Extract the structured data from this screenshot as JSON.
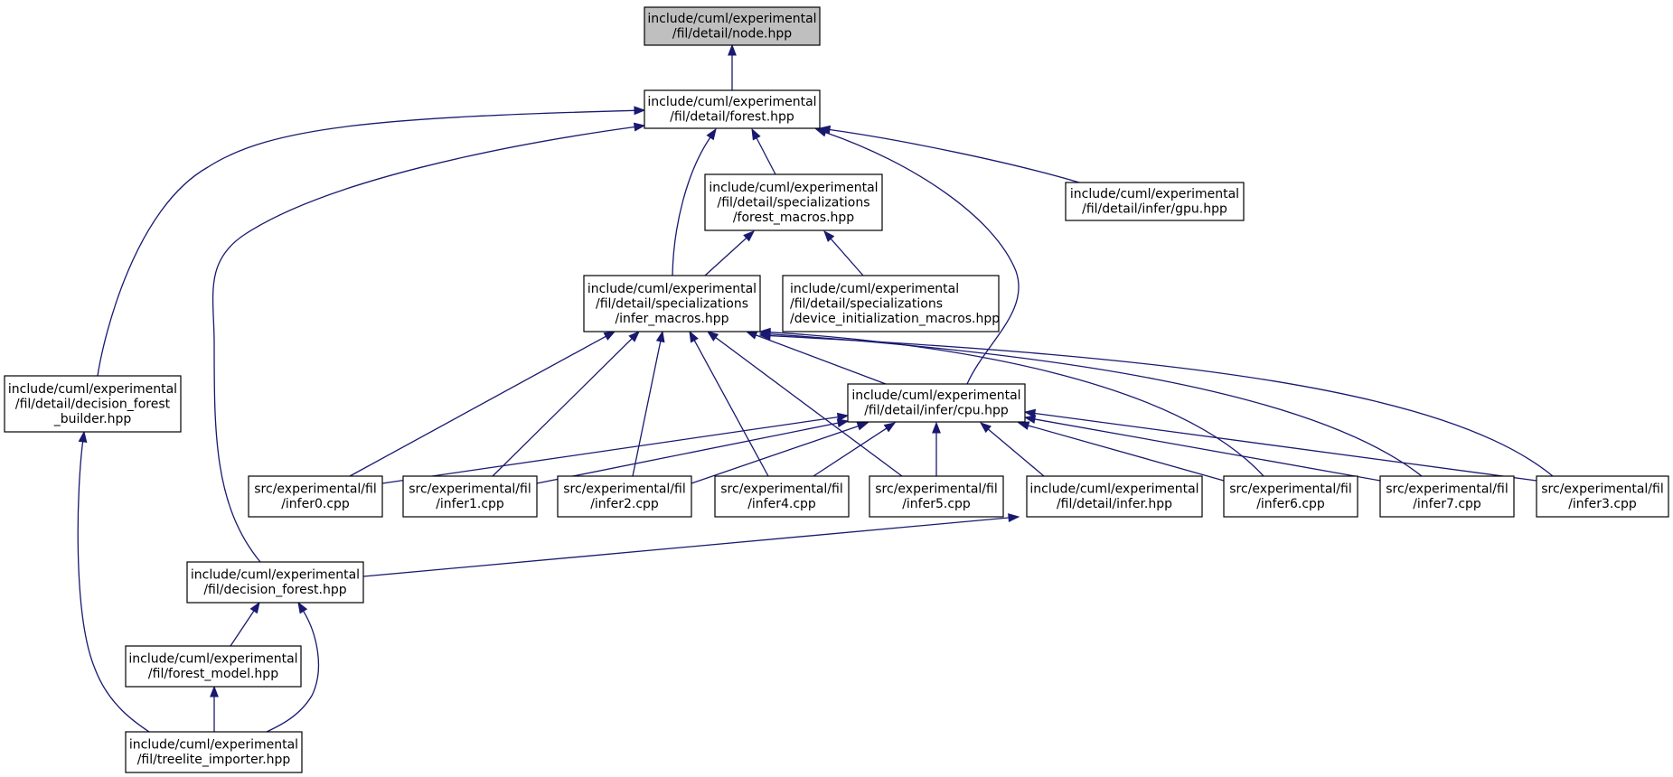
{
  "nodes": [
    {
      "id": "node",
      "lines": [
        "include/cuml/experimental",
        "/fil/detail/node.hpp"
      ],
      "root": true
    },
    {
      "id": "forest",
      "lines": [
        "include/cuml/experimental",
        "/fil/detail/forest.hpp"
      ]
    },
    {
      "id": "forest_macros",
      "lines": [
        "include/cuml/experimental",
        "/fil/detail/specializations",
        "/forest_macros.hpp"
      ]
    },
    {
      "id": "gpu",
      "lines": [
        "include/cuml/experimental",
        "/fil/detail/infer/gpu.hpp"
      ]
    },
    {
      "id": "infer_macros",
      "lines": [
        "include/cuml/experimental",
        "/fil/detail/specializations",
        "/infer_macros.hpp"
      ]
    },
    {
      "id": "device_init",
      "lines": [
        "include/cuml/experimental",
        "/fil/detail/specializations",
        "/device_initialization_macros.hpp"
      ]
    },
    {
      "id": "dfb",
      "lines": [
        "include/cuml/experimental",
        "/fil/detail/decision_forest",
        "_builder.hpp"
      ]
    },
    {
      "id": "cpu",
      "lines": [
        "include/cuml/experimental",
        "/fil/detail/infer/cpu.hpp"
      ]
    },
    {
      "id": "infer0",
      "lines": [
        "src/experimental/fil",
        "/infer0.cpp"
      ]
    },
    {
      "id": "infer1",
      "lines": [
        "src/experimental/fil",
        "/infer1.cpp"
      ]
    },
    {
      "id": "infer2",
      "lines": [
        "src/experimental/fil",
        "/infer2.cpp"
      ]
    },
    {
      "id": "infer4",
      "lines": [
        "src/experimental/fil",
        "/infer4.cpp"
      ]
    },
    {
      "id": "infer5",
      "lines": [
        "src/experimental/fil",
        "/infer5.cpp"
      ]
    },
    {
      "id": "infer_hpp",
      "lines": [
        "include/cuml/experimental",
        "/fil/detail/infer.hpp"
      ]
    },
    {
      "id": "infer6",
      "lines": [
        "src/experimental/fil",
        "/infer6.cpp"
      ]
    },
    {
      "id": "infer7",
      "lines": [
        "src/experimental/fil",
        "/infer7.cpp"
      ]
    },
    {
      "id": "infer3",
      "lines": [
        "src/experimental/fil",
        "/infer3.cpp"
      ]
    },
    {
      "id": "decision_forest",
      "lines": [
        "include/cuml/experimental",
        "/fil/decision_forest.hpp"
      ]
    },
    {
      "id": "forest_model",
      "lines": [
        "include/cuml/experimental",
        "/fil/forest_model.hpp"
      ]
    },
    {
      "id": "treelite",
      "lines": [
        "include/cuml/experimental",
        "/fil/treelite_importer.hpp"
      ]
    }
  ],
  "edges": [
    {
      "from": "node",
      "to": "forest"
    },
    {
      "from": "forest",
      "to": "dfb"
    },
    {
      "from": "forest",
      "to": "decision_forest"
    },
    {
      "from": "forest",
      "to": "infer_macros"
    },
    {
      "from": "forest",
      "to": "forest_macros"
    },
    {
      "from": "forest",
      "to": "cpu"
    },
    {
      "from": "forest",
      "to": "gpu"
    },
    {
      "from": "forest_macros",
      "to": "infer_macros"
    },
    {
      "from": "forest_macros",
      "to": "device_init"
    },
    {
      "from": "infer_macros",
      "to": "infer0"
    },
    {
      "from": "infer_macros",
      "to": "infer1"
    },
    {
      "from": "infer_macros",
      "to": "infer2"
    },
    {
      "from": "infer_macros",
      "to": "infer4"
    },
    {
      "from": "infer_macros",
      "to": "infer5"
    },
    {
      "from": "infer_macros",
      "to": "cpu"
    },
    {
      "from": "infer_macros",
      "to": "infer6"
    },
    {
      "from": "infer_macros",
      "to": "infer7"
    },
    {
      "from": "infer_macros",
      "to": "infer3"
    },
    {
      "from": "cpu",
      "to": "infer0"
    },
    {
      "from": "cpu",
      "to": "infer1"
    },
    {
      "from": "cpu",
      "to": "infer2"
    },
    {
      "from": "cpu",
      "to": "infer4"
    },
    {
      "from": "cpu",
      "to": "infer5"
    },
    {
      "from": "cpu",
      "to": "infer_hpp"
    },
    {
      "from": "cpu",
      "to": "infer6"
    },
    {
      "from": "cpu",
      "to": "infer7"
    },
    {
      "from": "cpu",
      "to": "infer3"
    },
    {
      "from": "infer_hpp",
      "to": "decision_forest"
    },
    {
      "from": "dfb",
      "to": "treelite"
    },
    {
      "from": "decision_forest",
      "to": "forest_model"
    },
    {
      "from": "decision_forest",
      "to": "treelite"
    },
    {
      "from": "forest_model",
      "to": "treelite"
    }
  ]
}
